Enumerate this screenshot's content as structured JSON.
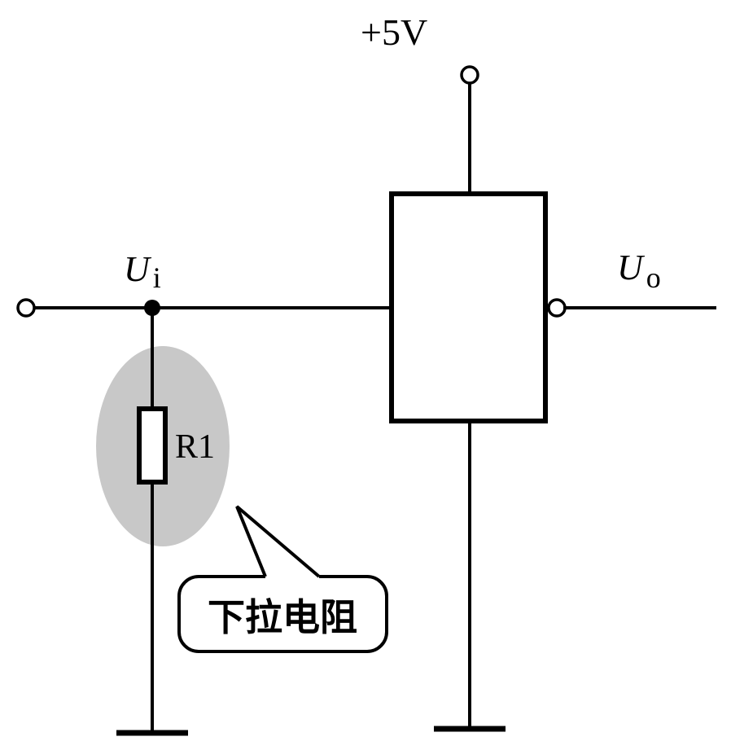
{
  "supply": {
    "label": "+5V"
  },
  "input": {
    "symbol": "U",
    "subscript": "i"
  },
  "output": {
    "symbol": "U",
    "subscript": "o"
  },
  "resistor": {
    "label": "R1"
  },
  "callout": {
    "text": "下拉电阻"
  },
  "colors": {
    "line": "#000000",
    "highlight": "#c8c8c8",
    "background": "#ffffff"
  }
}
